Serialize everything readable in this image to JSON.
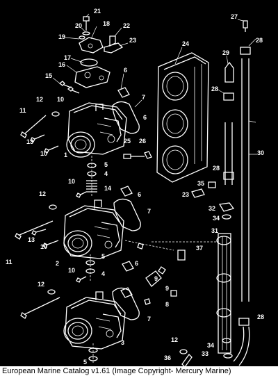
{
  "callouts": {
    "c1": "1",
    "c2": "2",
    "c3": "3",
    "c4a": "4",
    "c4b": "4",
    "c5a": "5",
    "c5b": "5",
    "c5c": "5",
    "c6a": "6",
    "c6b": "6",
    "c6c": "6",
    "c6d": "6",
    "c7a": "7",
    "c7b": "7",
    "c7c": "7",
    "c8": "8",
    "c9a": "9",
    "c9b": "9",
    "c10a": "10",
    "c10b": "10",
    "c10c": "10",
    "c10d": "10",
    "c10e": "10",
    "c11a": "11",
    "c11b": "11",
    "c12a": "12",
    "c12b": "12",
    "c12c": "12",
    "c12d": "12",
    "c13a": "13",
    "c13b": "13",
    "c14": "14",
    "c15": "15",
    "c16": "16",
    "c17": "17",
    "c18": "18",
    "c19": "19",
    "c20": "20",
    "c21": "21",
    "c22": "22",
    "c23a": "23",
    "c23b": "23",
    "c24": "24",
    "c25": "25",
    "c26": "26",
    "c27": "27",
    "c28a": "28",
    "c28b": "28",
    "c28c": "28",
    "c28d": "28",
    "c29": "29",
    "c30": "30",
    "c31": "31",
    "c32": "32",
    "c33": "33",
    "c34a": "34",
    "c34b": "34",
    "c35": "35",
    "c36": "36",
    "c37": "37"
  },
  "footer": "European Marine Catalog v1.61 (Image Copyright- Mercury Marine)"
}
